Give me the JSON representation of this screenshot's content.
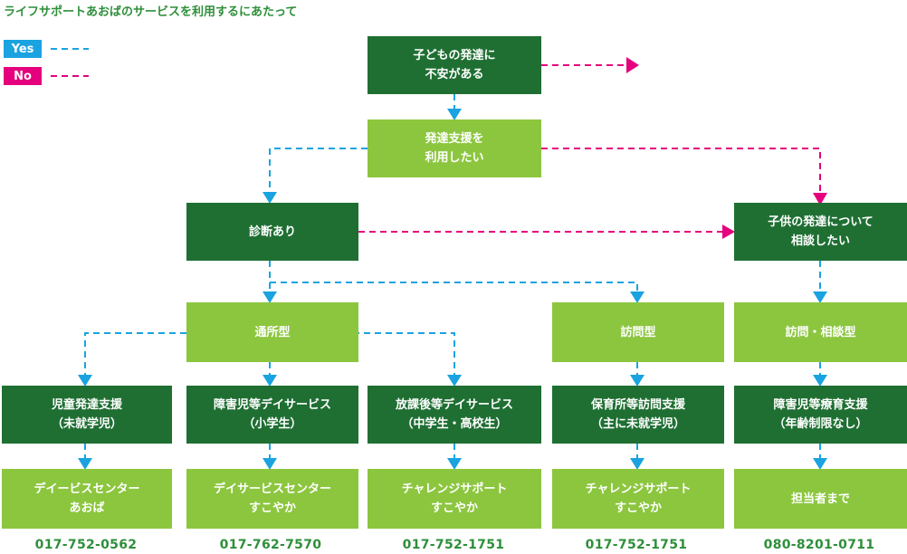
{
  "title": "ライフサポートあおばのサービスを利用するにあたって",
  "legend": [
    {
      "label": "Yes",
      "color": "#1aa3e0"
    },
    {
      "label": "No",
      "color": "#e5007d"
    }
  ],
  "colors": {
    "dark_box": "#1f6f33",
    "light_box": "#8cc63f",
    "yes_line": "#1aa3e0",
    "no_line": "#e5007d",
    "phone_text": "#2e8f3a"
  },
  "nodes": {
    "anxiety": "子どもの発達に\n不安がある",
    "want_support": "発達支援を\n利用したい",
    "diagnosis": "診断あり",
    "consult": "子供の発達について\n相談したい",
    "day_type": "通所型",
    "visit_type": "訪問型",
    "visit_consult_type": "訪問・相談型",
    "child_dev_support": "児童発達支援\n（未就学児）",
    "disabled_day_service": "障害児等デイサービス\n（小学生）",
    "after_school_service": "放課後等デイサービス\n（中学生・高校生）",
    "nursery_visit_support": "保育所等訪問支援\n（主に未就学児）",
    "disabled_therapy_support": "障害児等療育支援\n（年齢制限なし）",
    "center_aoba": "デイービスセンター\nあおば",
    "center_sukoyaka": "デイサービスセンター\nすこやか",
    "challenge_support_1": "チャレンジサポート\nすこやか",
    "challenge_support_2": "チャレンジサポート\nすこやか",
    "person_in_charge": "担当者まで"
  },
  "phones": [
    "017-752-0562",
    "017-762-7570",
    "017-752-1751",
    "017-752-1751",
    "080-8201-0711"
  ]
}
